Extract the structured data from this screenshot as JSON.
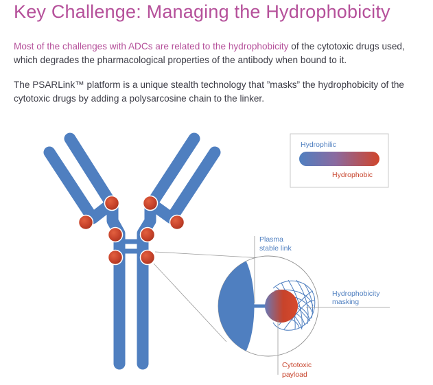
{
  "title": "Key Challenge: Managing the Hydrophobicity",
  "intro": {
    "highlight": "Most of the challenges with ADCs are related to the hydrophobicity",
    "rest": " of the cytotoxic drugs used, which degrades the pharmacological properties of the antibody when bound to it."
  },
  "platform_text": "The PSARLink™ platform is a unique stealth technology that ”masks” the hydrophobicity of the cytotoxic drugs by adding a polysarcosine chain to the linker.",
  "legend": {
    "hydrophilic": "Hydrophilic",
    "hydrophobic": "Hydrophobic"
  },
  "labels": {
    "plasma_line1": "Plasma",
    "plasma_line2": "stable link",
    "masking_line1": "Hydrophobicity",
    "masking_line2": "masking",
    "payload_line1": "Cytotoxic",
    "payload_line2": "payload"
  },
  "colors": {
    "title": "#b5509a",
    "antibody_blue": "#4f7fc0",
    "drug_red": "#c7432b",
    "hydrophilic_blue": "#4f7fc0",
    "hydrophobic_red": "#c7432b"
  }
}
